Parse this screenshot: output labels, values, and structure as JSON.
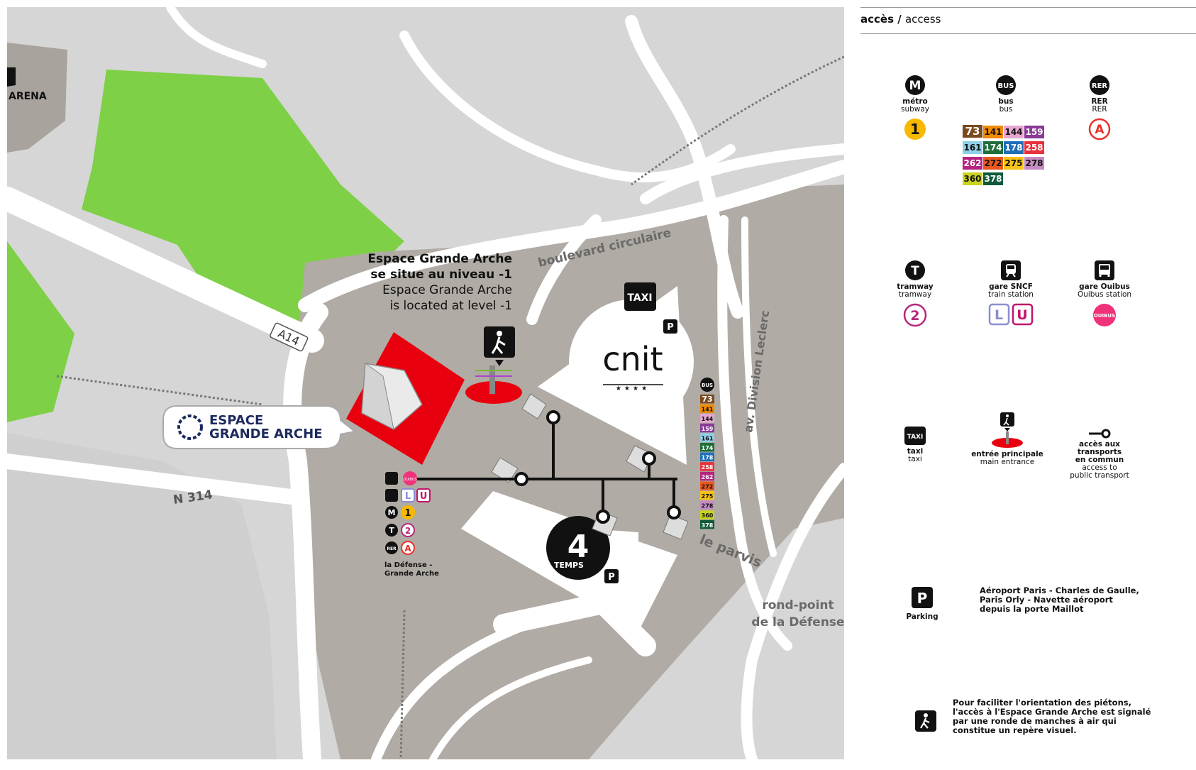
{
  "header": {
    "bold": "accès",
    "sep": " / ",
    "light": "access"
  },
  "map": {
    "labels": {
      "arena": "ARENA",
      "boulevard": "boulevard circulaire",
      "a14": "A14",
      "n314": "N 314",
      "division": "av. Division Leclerc",
      "parvis": "le parvis",
      "rondpoint_1": "rond-point",
      "rondpoint_2": "de la Défense",
      "cnit": "cnit",
      "cnit_stars": "★★★★",
      "taxi": "TAXI",
      "parking_p": "P",
      "temps_num": "4",
      "temps_word": "TEMPS",
      "espace_1": "ESPACE",
      "espace_2": "GRANDE ARCHE",
      "level_fr_1": "Espace Grande Arche",
      "level_fr_2": "se situe au niveau -1",
      "level_en_1": "Espace Grande Arche",
      "level_en_2": "is located at level -1",
      "station_1": "la Défense -",
      "station_2": "Grande Arche",
      "bus": "BUS",
      "ouibus_short": "OUIBUS"
    },
    "map_bus_lines": [
      "73",
      "141",
      "144",
      "159",
      "161",
      "174",
      "178",
      "258",
      "262",
      "272",
      "275",
      "278",
      "360",
      "378"
    ]
  },
  "legend": {
    "metro": {
      "title": "métro",
      "sub": "subway",
      "icon": "M",
      "line": "1"
    },
    "bus": {
      "title": "bus",
      "sub": "bus",
      "icon": "BUS"
    },
    "rer": {
      "title": "RER",
      "sub": "RER",
      "icon": "RER",
      "line": "A"
    },
    "tram": {
      "title": "tramway",
      "sub": "tramway",
      "icon": "T",
      "line": "2"
    },
    "sncf": {
      "title": "gare SNCF",
      "sub": "train station",
      "line_l": "L",
      "line_u": "U"
    },
    "ouibus": {
      "title": "gare Ouibus",
      "sub": "Ouibus station",
      "logo": "OUIBUS"
    },
    "taxi": {
      "title": "taxi",
      "sub": "taxi",
      "icon": "TAXI"
    },
    "entry": {
      "title": "entrée principale",
      "sub": "main entrance"
    },
    "transport": {
      "title_1": "accès aux",
      "title_2": "transports",
      "title_3": "en commun",
      "sub_1": "access to",
      "sub_2": "public transport"
    },
    "parking": {
      "title": "Parking",
      "icon": "P"
    },
    "airport": {
      "line1": "Aéroport Paris - Charles de Gaulle,",
      "line2": "Paris Orly - Navette aéroport",
      "line3": "depuis la porte Maillot"
    },
    "pedestrian": {
      "line1": "Pour faciliter l'orientation des piétons,",
      "line2": "l'accès à l'Espace Grande Arche est signalé",
      "line3": "par une ronde de manches à air qui",
      "line4": "constitue un repère visuel."
    }
  },
  "bus_lines": [
    {
      "num": "73",
      "color": "#7a4a1e",
      "text": "#ffffff"
    },
    {
      "num": "141",
      "color": "#f08a00",
      "text": "#111111"
    },
    {
      "num": "144",
      "color": "#e5a6d0",
      "text": "#111111"
    },
    {
      "num": "159",
      "color": "#8a3a96",
      "text": "#ffffff"
    },
    {
      "num": "161",
      "color": "#8fd0e8",
      "text": "#111111"
    },
    {
      "num": "174",
      "color": "#1f6e3a",
      "text": "#ffffff"
    },
    {
      "num": "178",
      "color": "#1e6fb8",
      "text": "#ffffff"
    },
    {
      "num": "258",
      "color": "#e8313c",
      "text": "#ffffff"
    },
    {
      "num": "262",
      "color": "#b3247f",
      "text": "#ffffff"
    },
    {
      "num": "272",
      "color": "#e8581e",
      "text": "#111111"
    },
    {
      "num": "275",
      "color": "#f7c21a",
      "text": "#111111"
    },
    {
      "num": "278",
      "color": "#c58bc4",
      "text": "#111111"
    },
    {
      "num": "360",
      "color": "#c9d41e",
      "text": "#111111"
    },
    {
      "num": "378",
      "color": "#0e5a3a",
      "text": "#ffffff"
    }
  ],
  "colors": {
    "background_map": "#d6d6d6",
    "plaza": "#b0aba4",
    "park": "#7ed046",
    "road": "#ffffff",
    "highlight": "#e8000f",
    "black": "#111111",
    "metro_yellow": "#f7b900",
    "rer_red": "#e8312a",
    "tram_purple": "#b5287a",
    "sncf_l": "#8a8fd0",
    "sncf_u": "#c0166b",
    "ouibus_pink": "#f0327a"
  }
}
